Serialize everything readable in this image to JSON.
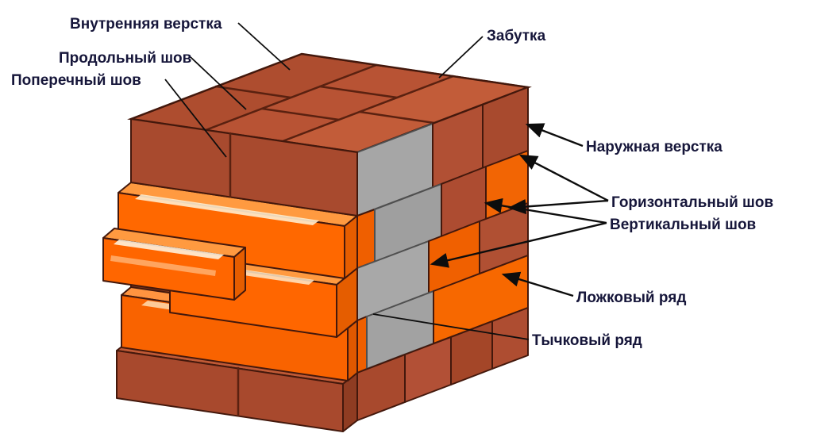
{
  "labels": {
    "internal_course": {
      "text": "Внутренняя верстка"
    },
    "longitudinal_joint": {
      "text": "Продольный шов"
    },
    "transverse_joint": {
      "text": "Поперечный шов"
    },
    "backing": {
      "text": "Забутка"
    },
    "external_course": {
      "text": "Наружная верстка"
    },
    "horizontal_joint": {
      "text": "Горизонтальный шов"
    },
    "vertical_joint": {
      "text": "Вертикальный шов"
    },
    "stretcher_row": {
      "text": "Ложковый ряд"
    },
    "header_row": {
      "text": "Тычковый ряд"
    }
  },
  "colors": {
    "brick_orange": "#ff6800",
    "brick_brown": "#b15034",
    "mortar_gray": "#a6a6a6",
    "label_text": "#16163a",
    "leader_line": "#0d0d0d",
    "background": "#ffffff"
  }
}
